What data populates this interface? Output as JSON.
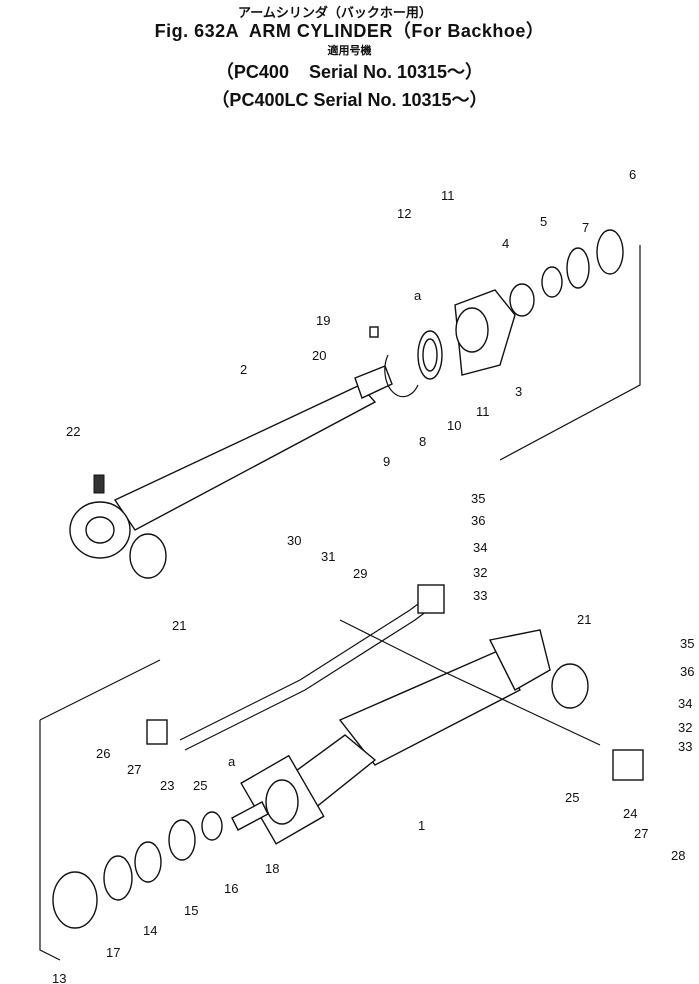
{
  "header": {
    "jp_line1": "アームシリンダ（バックホー用）",
    "title": "Fig. 632A  ARM CYLINDER（For Backhoe）",
    "jp_line2": "適用号機",
    "model_line1": "（PC400    Serial No. 10315～）",
    "model_line2": "（PC400LC Serial No. 10315～）"
  },
  "diagram": {
    "callouts": [
      "1",
      "2",
      "3",
      "4",
      "5",
      "6",
      "7",
      "8",
      "9",
      "10",
      "11",
      "11",
      "12",
      "13",
      "14",
      "15",
      "16",
      "17",
      "18",
      "19",
      "20",
      "21",
      "21",
      "22",
      "23",
      "24",
      "25",
      "25",
      "26",
      "27",
      "27",
      "28",
      "29",
      "30",
      "31",
      "32",
      "32",
      "33",
      "33",
      "34",
      "34",
      "35",
      "35",
      "36",
      "36",
      "a",
      "a"
    ]
  }
}
